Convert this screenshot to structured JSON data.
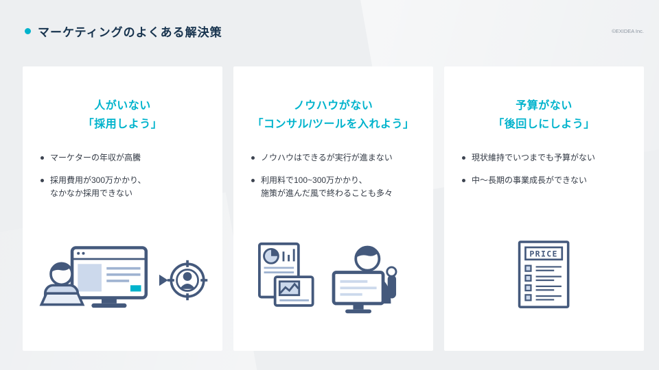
{
  "slide": {
    "title": "マーケティングのよくある解決策",
    "copyright": "©EXIDEA Inc.",
    "accent_color": "#00b3cc",
    "title_color": "#17334e"
  },
  "cards": [
    {
      "title_line1": "人がいない",
      "title_line2": "「採用しよう」",
      "bullets": [
        "マーケターの年収が高騰",
        "採用費用が300万かかり、\nなかなか採用できない"
      ],
      "illustration": "hiring-target-illustration"
    },
    {
      "title_line1": "ノウハウがない",
      "title_line2": "「コンサル/ツールを入れよう」",
      "bullets": [
        "ノウハウはできるが実行が進まない",
        "利用料で100~300万かかり、\n施策が進んだ風で終わることも多々"
      ],
      "illustration": "consulting-tools-illustration"
    },
    {
      "title_line1": "予算がない",
      "title_line2": "「後回しにしよう」",
      "bullets": [
        "現状維持でいつまでも予算がない",
        "中〜長期の事業成長ができない"
      ],
      "illustration": "price-list-illustration",
      "illustration_label": "PRICE"
    }
  ]
}
